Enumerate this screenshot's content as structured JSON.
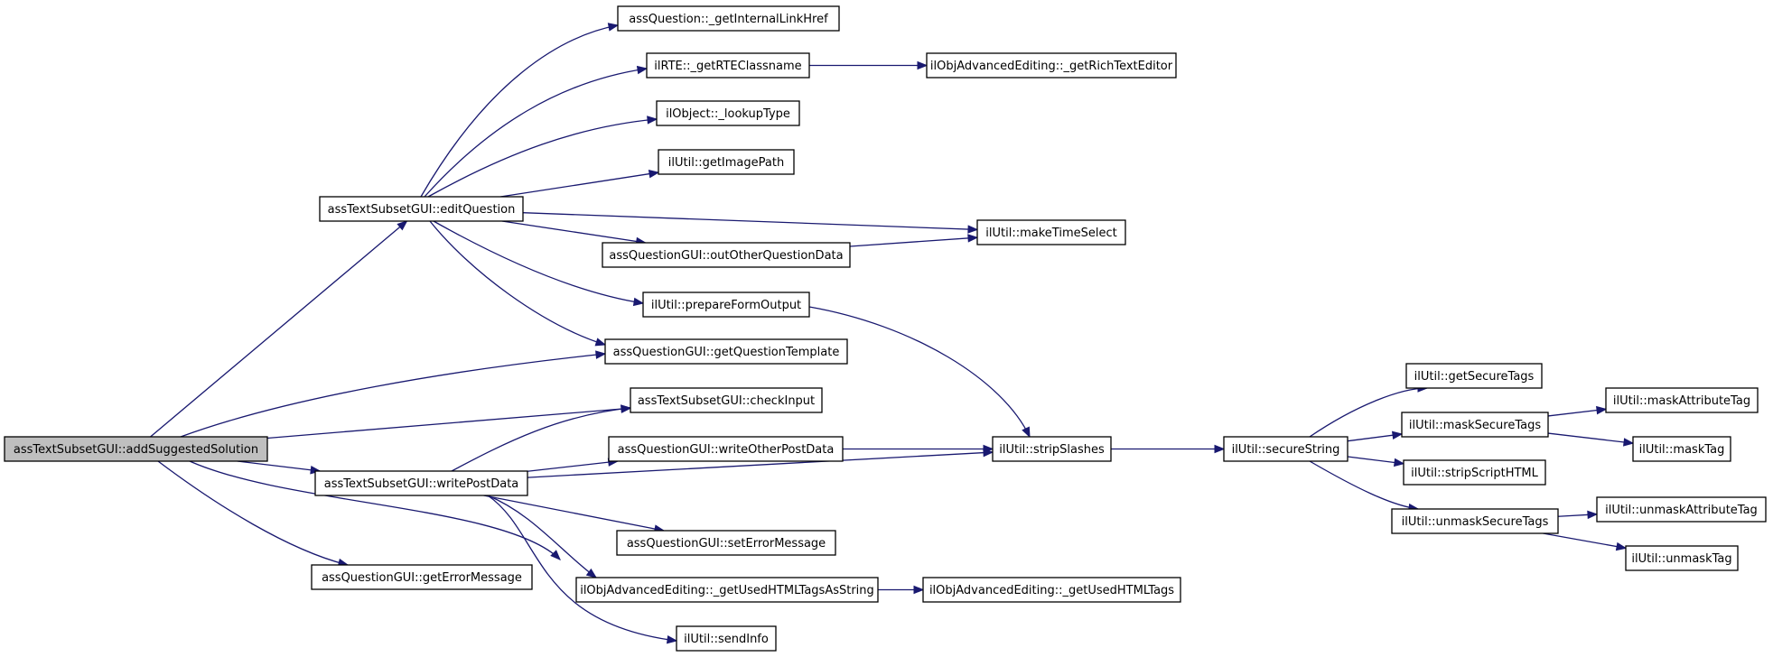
{
  "nodes": [
    {
      "id": "root",
      "label": "assTextSubsetGUI::addSuggestedSolution",
      "root": true
    },
    {
      "id": "editQuestion",
      "label": "assTextSubsetGUI::editQuestion"
    },
    {
      "id": "getInternalLinkHref",
      "label": "assQuestion::_getInternalLinkHref"
    },
    {
      "id": "getRTEClassname",
      "label": "ilRTE::_getRTEClassname"
    },
    {
      "id": "getRichTextEditor",
      "label": "ilObjAdvancedEditing::_getRichTextEditor"
    },
    {
      "id": "lookupType",
      "label": "ilObject::_lookupType"
    },
    {
      "id": "getImagePath",
      "label": "ilUtil::getImagePath"
    },
    {
      "id": "makeTimeSelect",
      "label": "ilUtil::makeTimeSelect"
    },
    {
      "id": "outOtherQuestionData",
      "label": "assQuestionGUI::outOtherQuestionData"
    },
    {
      "id": "prepareFormOutput",
      "label": "ilUtil::prepareFormOutput"
    },
    {
      "id": "getQuestionTemplate",
      "label": "assQuestionGUI::getQuestionTemplate"
    },
    {
      "id": "checkInput",
      "label": "assTextSubsetGUI::checkInput"
    },
    {
      "id": "writeOtherPostData",
      "label": "assQuestionGUI::writeOtherPostData"
    },
    {
      "id": "writePostData",
      "label": "assTextSubsetGUI::writePostData"
    },
    {
      "id": "stripSlashes",
      "label": "ilUtil::stripSlashes"
    },
    {
      "id": "setErrorMessage",
      "label": "assQuestionGUI::setErrorMessage"
    },
    {
      "id": "getErrorMessage",
      "label": "assQuestionGUI::getErrorMessage"
    },
    {
      "id": "getUsedHTMLTagsAsString",
      "label": "ilObjAdvancedEditing::_getUsedHTMLTagsAsString"
    },
    {
      "id": "getUsedHTMLTags",
      "label": "ilObjAdvancedEditing::_getUsedHTMLTags"
    },
    {
      "id": "sendInfo",
      "label": "ilUtil::sendInfo"
    },
    {
      "id": "secureString",
      "label": "ilUtil::secureString"
    },
    {
      "id": "getSecureTags",
      "label": "ilUtil::getSecureTags"
    },
    {
      "id": "maskSecureTags",
      "label": "ilUtil::maskSecureTags"
    },
    {
      "id": "stripScriptHTML",
      "label": "ilUtil::stripScriptHTML"
    },
    {
      "id": "unmaskSecureTags",
      "label": "ilUtil::unmaskSecureTags"
    },
    {
      "id": "maskAttributeTag",
      "label": "ilUtil::maskAttributeTag"
    },
    {
      "id": "maskTag",
      "label": "ilUtil::maskTag"
    },
    {
      "id": "unmaskAttributeTag",
      "label": "ilUtil::unmaskAttributeTag"
    },
    {
      "id": "unmaskTag",
      "label": "ilUtil::unmaskTag"
    }
  ],
  "edges": [
    [
      "root",
      "editQuestion"
    ],
    [
      "root",
      "getQuestionTemplate"
    ],
    [
      "root",
      "checkInput"
    ],
    [
      "root",
      "writePostData"
    ],
    [
      "root",
      "getErrorMessage"
    ],
    [
      "root",
      "sendInfo"
    ],
    [
      "editQuestion",
      "getInternalLinkHref"
    ],
    [
      "editQuestion",
      "getRTEClassname"
    ],
    [
      "editQuestion",
      "lookupType"
    ],
    [
      "editQuestion",
      "getImagePath"
    ],
    [
      "editQuestion",
      "makeTimeSelect"
    ],
    [
      "editQuestion",
      "outOtherQuestionData"
    ],
    [
      "editQuestion",
      "prepareFormOutput"
    ],
    [
      "editQuestion",
      "getQuestionTemplate"
    ],
    [
      "getRTEClassname",
      "getRichTextEditor"
    ],
    [
      "outOtherQuestionData",
      "makeTimeSelect"
    ],
    [
      "prepareFormOutput",
      "stripSlashes"
    ],
    [
      "writePostData",
      "checkInput"
    ],
    [
      "writePostData",
      "writeOtherPostData"
    ],
    [
      "writePostData",
      "stripSlashes"
    ],
    [
      "writePostData",
      "setErrorMessage"
    ],
    [
      "writePostData",
      "getUsedHTMLTagsAsString"
    ],
    [
      "writePostData",
      "sendInfo"
    ],
    [
      "writeOtherPostData",
      "stripSlashes"
    ],
    [
      "getUsedHTMLTagsAsString",
      "getUsedHTMLTags"
    ],
    [
      "stripSlashes",
      "secureString"
    ],
    [
      "secureString",
      "getSecureTags"
    ],
    [
      "secureString",
      "maskSecureTags"
    ],
    [
      "secureString",
      "stripScriptHTML"
    ],
    [
      "secureString",
      "unmaskSecureTags"
    ],
    [
      "maskSecureTags",
      "maskAttributeTag"
    ],
    [
      "maskSecureTags",
      "maskTag"
    ],
    [
      "unmaskSecureTags",
      "unmaskAttributeTag"
    ],
    [
      "unmaskSecureTags",
      "unmaskTag"
    ]
  ]
}
